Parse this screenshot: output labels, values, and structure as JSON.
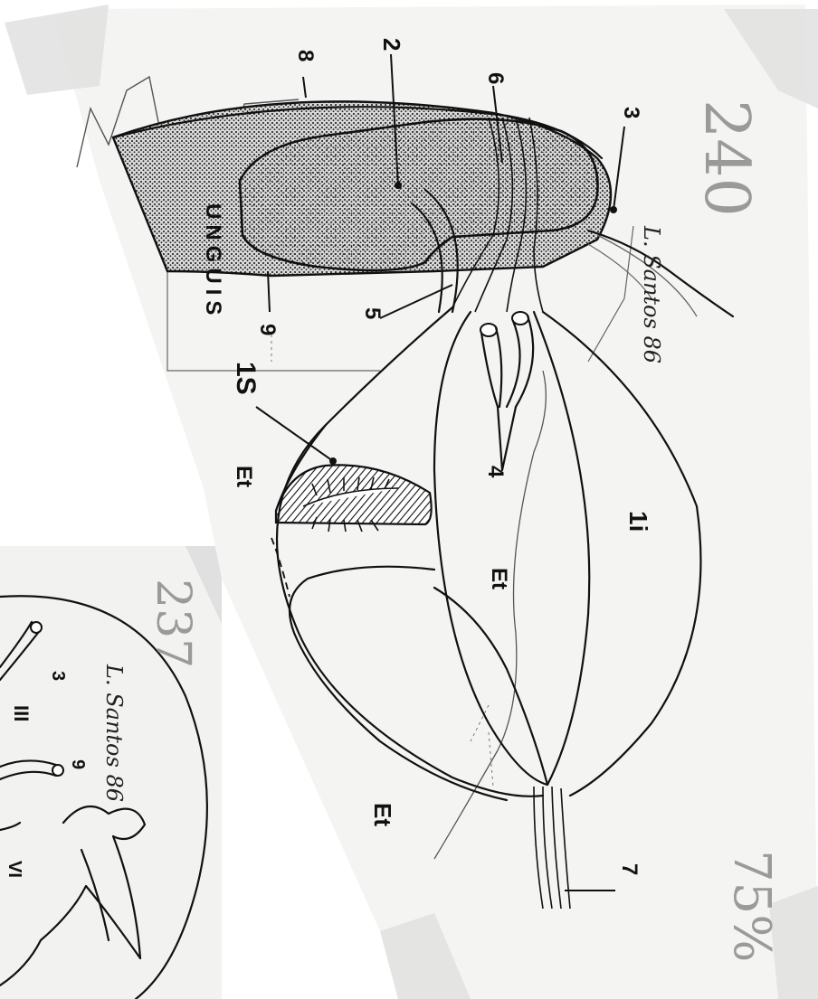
{
  "main_drawing": {
    "labels": {
      "l1s": "1S",
      "l1i": "1i",
      "l2": "2",
      "l3": "3",
      "l4": "4",
      "l5": "5",
      "l6": "6",
      "l7": "7",
      "l8": "8",
      "l9": "9",
      "et_upper": "Et",
      "et_middle": "Et",
      "et_lower": "Et",
      "unguis": "UNGUIS",
      "signature": "L. Santos 86",
      "page_number": "240",
      "scale_note": "75%"
    }
  },
  "inset_drawing": {
    "labels": {
      "roman_3": "III",
      "roman_6": "VI",
      "num_3": "3",
      "num_9": "9",
      "signature": "L. Santos 86",
      "page_number": "237"
    }
  },
  "colors": {
    "paper": "#f4f4f2",
    "ink": "#111111",
    "tape": "#e2e2e2",
    "pencil": "#9a9a9a"
  }
}
